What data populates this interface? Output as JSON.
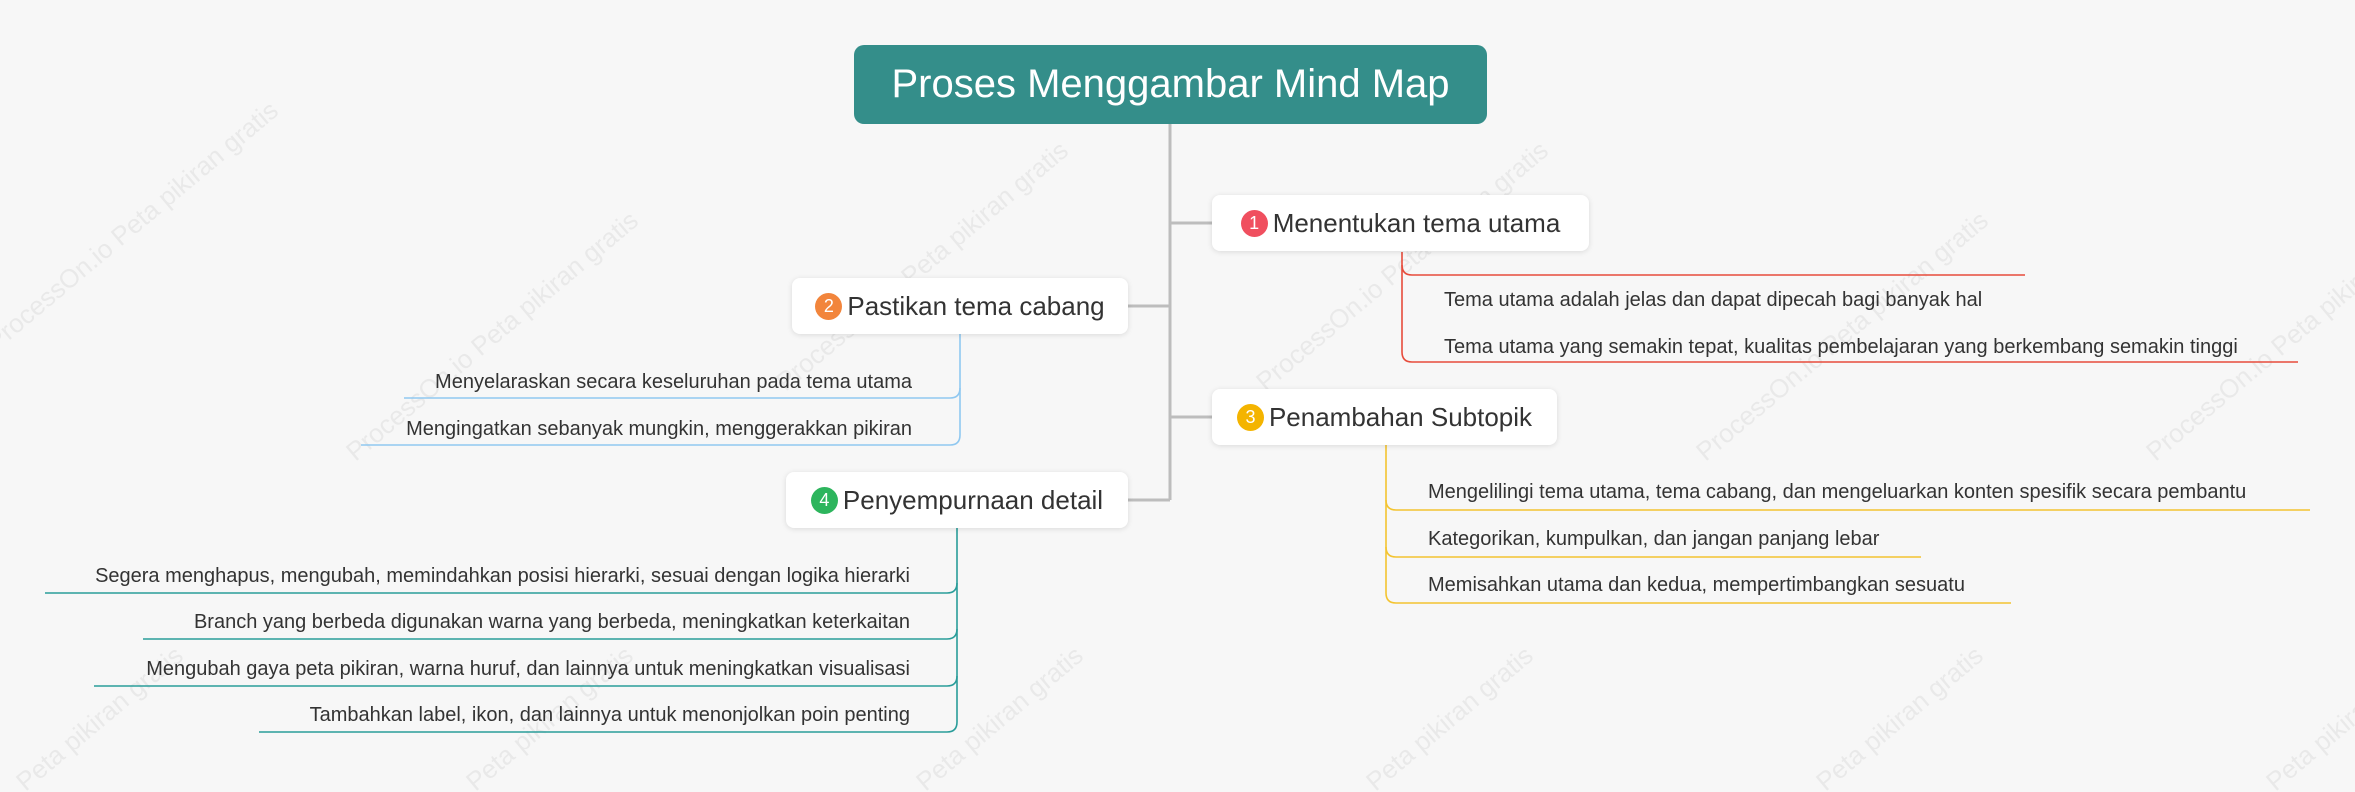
{
  "title": "Proses Menggambar Mind Map",
  "watermark_texts": [
    "ProcessOn.io Peta pikiran gratis",
    "Peta pikiran gratis"
  ],
  "colors": {
    "root": "#348e8a",
    "topic1": "#f04f5f",
    "topic2": "#f2853c",
    "topic3": "#f4b400",
    "topic4": "#2db55d",
    "line1": "#e74c3c",
    "line2": "#90c8f0",
    "line3": "#f4c430",
    "line4": "#2a9d9a",
    "connector": "#bdbdbd"
  },
  "topics": [
    {
      "number": "1",
      "label": "Menentukan tema utama",
      "subtopics": [
        "Tema utama adalah jelas dan dapat dipecah bagi banyak hal",
        "Tema utama yang semakin tepat, kualitas pembelajaran yang berkembang semakin tinggi"
      ]
    },
    {
      "number": "2",
      "label": "Pastikan tema cabang",
      "subtopics": [
        "Menyelaraskan secara keseluruhan pada tema utama",
        "Mengingatkan sebanyak mungkin, menggerakkan pikiran"
      ]
    },
    {
      "number": "3",
      "label": "Penambahan Subtopik",
      "subtopics": [
        "Mengelilingi tema utama, tema cabang, dan mengeluarkan konten spesifik secara pembantu",
        "Kategorikan, kumpulkan, dan jangan panjang lebar",
        "Memisahkan utama dan kedua, mempertimbangkan sesuatu"
      ]
    },
    {
      "number": "4",
      "label": "Penyempurnaan detail",
      "subtopics": [
        "Segera menghapus, mengubah, memindahkan posisi hierarki, sesuai dengan logika hierarki",
        "Branch yang berbeda digunakan warna yang berbeda, meningkatkan keterkaitan",
        "Mengubah gaya peta pikiran, warna huruf, dan lainnya untuk meningkatkan visualisasi",
        "Tambahkan label, ikon, dan lainnya untuk menonjolkan poin penting"
      ]
    }
  ]
}
